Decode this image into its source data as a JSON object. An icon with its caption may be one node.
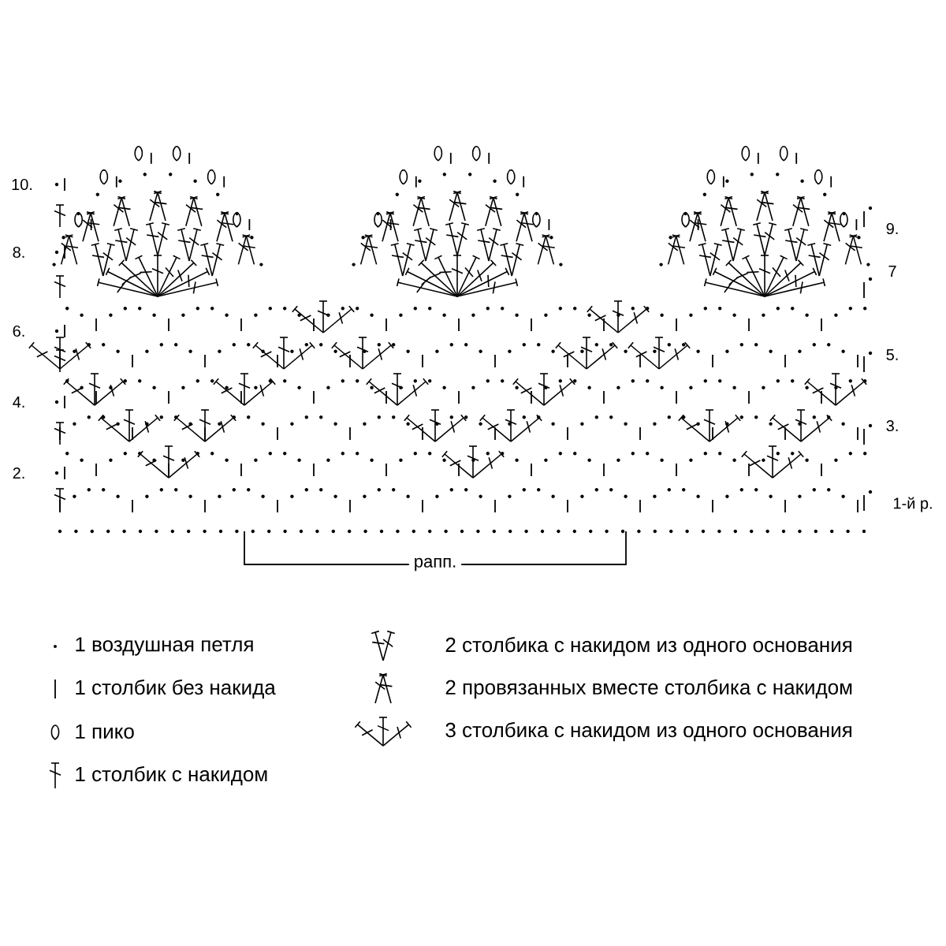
{
  "diagram": {
    "labels": [
      "10.",
      "8.",
      "6.",
      "4.",
      "2.",
      "9.",
      "7",
      "5.",
      "3.",
      "1-й р.",
      "рапп."
    ],
    "legend": [
      {
        "text": "1 воздушная петля"
      },
      {
        "text": "1 столбик без накида"
      },
      {
        "text": "1 пико"
      },
      {
        "text": "1 столбик с накидом"
      },
      {
        "text": "2 столбика с накидом из одного основания"
      },
      {
        "text": "2 провязанных вместе столбика с накидом"
      },
      {
        "text": "3 столбика с накидом из одного основания"
      }
    ]
  }
}
